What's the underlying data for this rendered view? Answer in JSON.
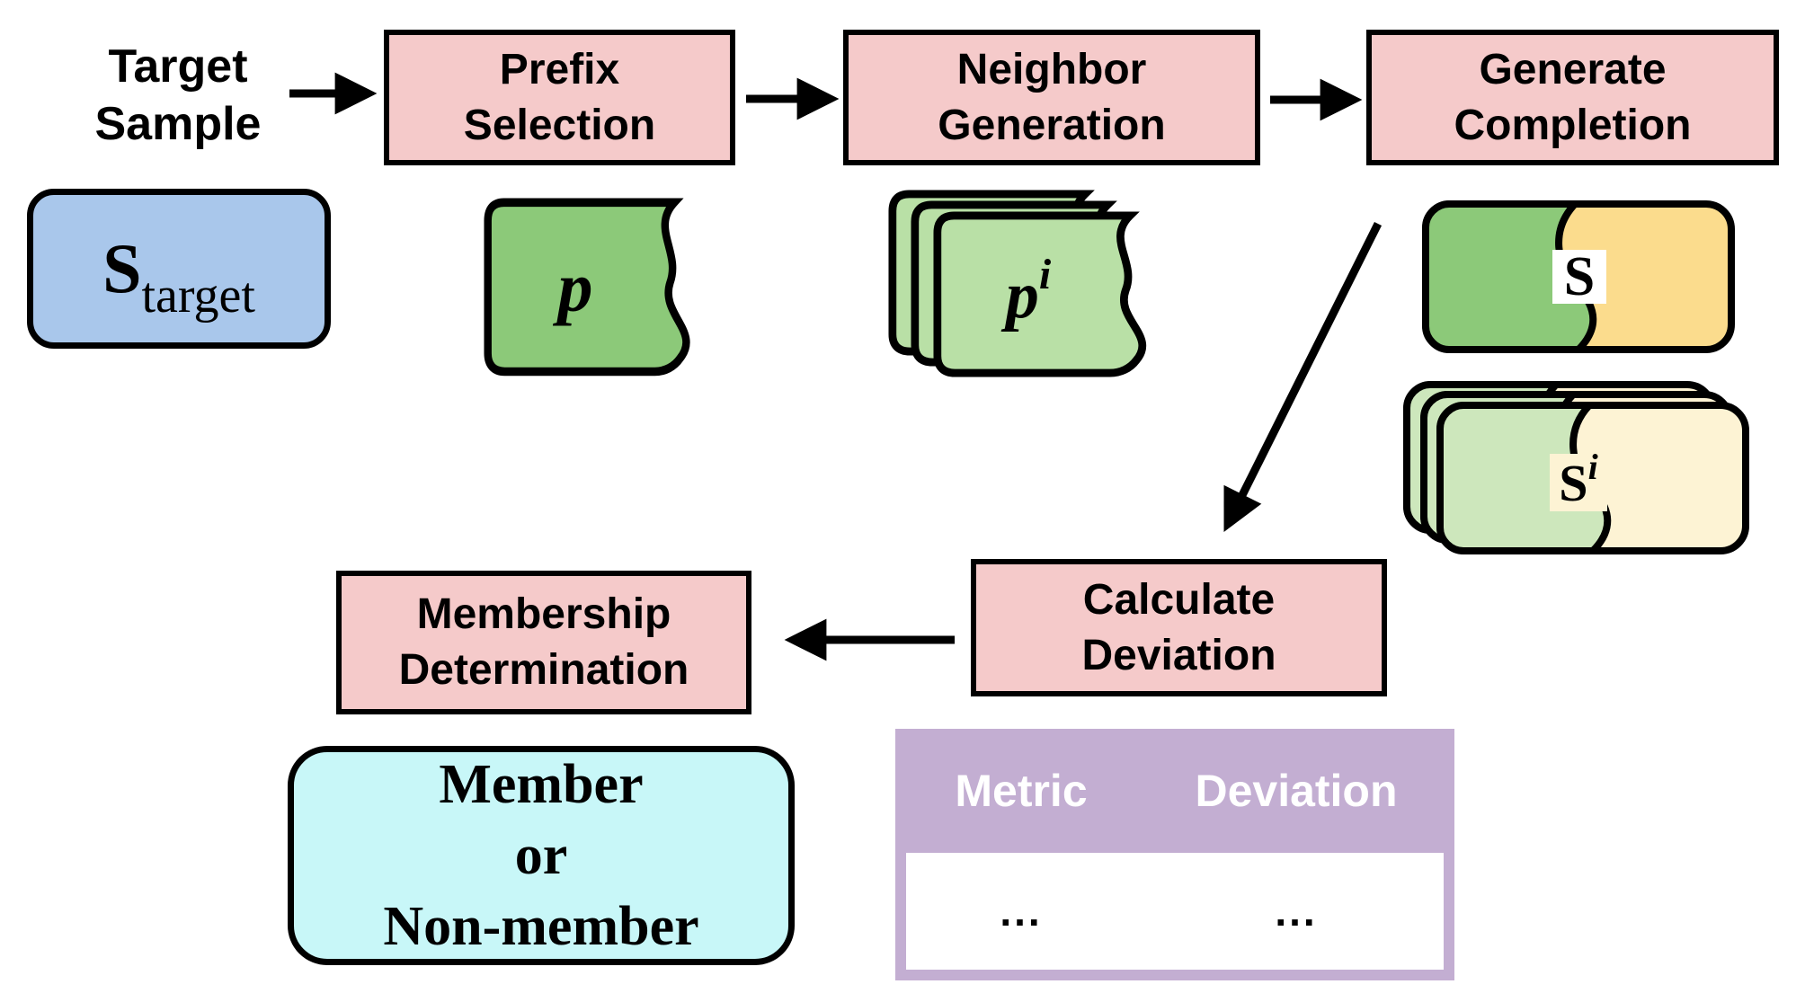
{
  "nodes": {
    "target_sample": {
      "line1": "Target",
      "line2": "Sample"
    },
    "prefix_selection": {
      "line1": "Prefix",
      "line2": "Selection"
    },
    "neighbor_generation": {
      "line1": "Neighbor",
      "line2": "Generation"
    },
    "generate_completion": {
      "line1": "Generate",
      "line2": "Completion"
    },
    "calculate_deviation": {
      "line1": "Calculate",
      "line2": "Deviation"
    },
    "membership_determination": {
      "line1": "Membership",
      "line2": "Determination"
    },
    "membership_result": {
      "line1": "Member",
      "line2": "or",
      "line3": "Non-member"
    }
  },
  "symbols": {
    "s_target": {
      "base": "S",
      "sub": "target"
    },
    "p": {
      "base": "p"
    },
    "p_i": {
      "base": "p",
      "sup": "i"
    },
    "s": {
      "base": "S"
    },
    "s_i": {
      "base": "S",
      "sup": "i"
    }
  },
  "table": {
    "headers": [
      "Metric",
      "Deviation"
    ],
    "rows": [
      [
        "...",
        "..."
      ]
    ]
  },
  "colors": {
    "process_box_fill": "#f5caca",
    "target_card_fill": "#a9c7eb",
    "prefix_doc_fill": "#8cc979",
    "neighbor_doc_fill": "#b9e0a6",
    "completion_green": "#8cc979",
    "completion_yellow": "#fbdc8d",
    "completion_pale_green": "#cde7bc",
    "completion_pale_yellow": "#fdf3d4",
    "result_card_fill": "#c8f7f8",
    "table_header_fill": "#c3aed2",
    "table_header_text": "#ffffff",
    "outline": "#000000"
  }
}
